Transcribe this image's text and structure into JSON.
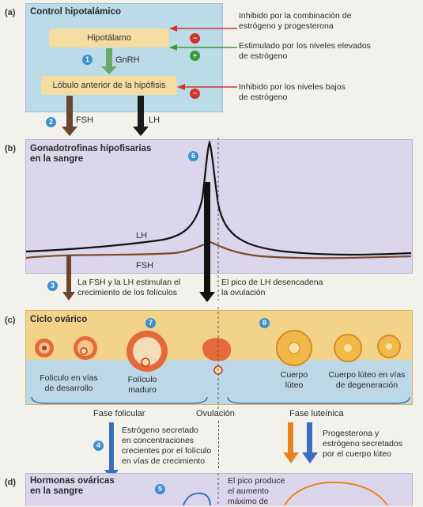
{
  "panel_a": {
    "letter": "(a)",
    "title": "Control hipotalámico",
    "hypothalamus": "Hipotálamo",
    "gnrh": "GnRH",
    "pituitary": "Lóbulo anterior de la hipófisis",
    "note1_line1": "Inhibido por la combinación de",
    "note1_line2": "estrógeno y progesterona",
    "note2_line1": "Estimulado por los niveles elevados",
    "note2_line2": "de estrógeno",
    "note3_line1": "Inhibido por los niveles bajos",
    "note3_line2": "de estrógeno",
    "fsh": "FSH",
    "lh": "LH",
    "step1": "1",
    "step2": "2",
    "minus": "−",
    "plus": "+"
  },
  "panel_b": {
    "letter": "(b)",
    "title_line1": "Gonadotrofinas hipofisarias",
    "title_line2": "en la sangre",
    "step6": "6",
    "lh_label": "LH",
    "fsh_label": "FSH",
    "step3": "3",
    "note_left_line1": "La FSH y la LH estimulan el",
    "note_left_line2": "crecimiento de los folículos",
    "note_right_line1": "El pico de LH desencadena",
    "note_right_line2": "la ovulación"
  },
  "panel_c": {
    "letter": "(c)",
    "title": "Ciclo ovárico",
    "step7": "7",
    "step8": "8",
    "developing_line1": "Folículo en vías",
    "developing_line2": "de desarrollo",
    "mature_line1": "Folículo",
    "mature_line2": "maduro",
    "corpus_line1": "Cuerpo",
    "corpus_line2": "lúteo",
    "degen_line1": "Cuerpo lúteo en vías",
    "degen_line2": "de degeneración",
    "follicular_phase": "Fase folicular",
    "ovulation": "Ovulación",
    "luteal_phase": "Fase luteínica",
    "step4": "4",
    "estrogen_note_line1": "Estrógeno secretado",
    "estrogen_note_line2": "en concentraciones",
    "estrogen_note_line3": "crecientes por el folículo",
    "estrogen_note_line4": "en vías de crecimiento",
    "luteal_note_line1": "Progesterona y",
    "luteal_note_line2": "estrógeno secretados",
    "luteal_note_line3": "por el cuerpo lúteo"
  },
  "panel_d": {
    "letter": "(d)",
    "title_line1": "Hormonas ováricas",
    "title_line2": "en la sangre",
    "step5": "5",
    "note_line1": "El pico produce",
    "note_line2": "el aumento",
    "note_line3": "máximo de"
  },
  "colors": {
    "panel_a_bg": "#bcdbe8",
    "panel_b_bg": "#dcd6ec",
    "panel_c_bg": "#f3d28a",
    "panel_c_lower": "#bcd7e6",
    "box": "#f5dca0",
    "lh_curve": "#111111",
    "fsh_curve": "#7a4a2a",
    "red_arrow": "#d0342c",
    "green_arrow": "#3b9a3b",
    "orange_arrow": "#e8821e",
    "blue_arrow": "#3a6fc0"
  }
}
